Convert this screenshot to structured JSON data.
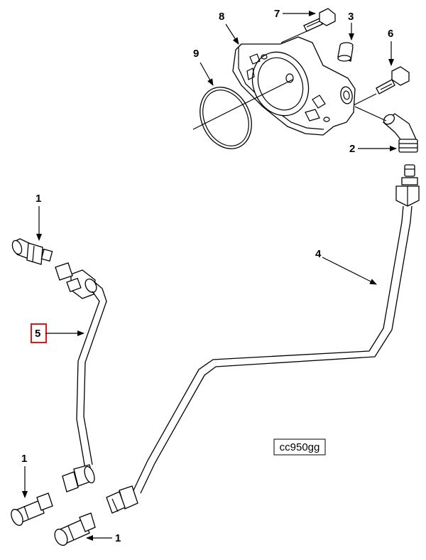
{
  "callouts": {
    "c1a": "1",
    "c1b": "1",
    "c1c": "1",
    "c2": "2",
    "c3": "3",
    "c4": "4",
    "c5": "5",
    "c6": "6",
    "c7": "7",
    "c8": "8",
    "c9": "9"
  },
  "reference_code": "cc950gg",
  "highlight_color": "#e0151b"
}
